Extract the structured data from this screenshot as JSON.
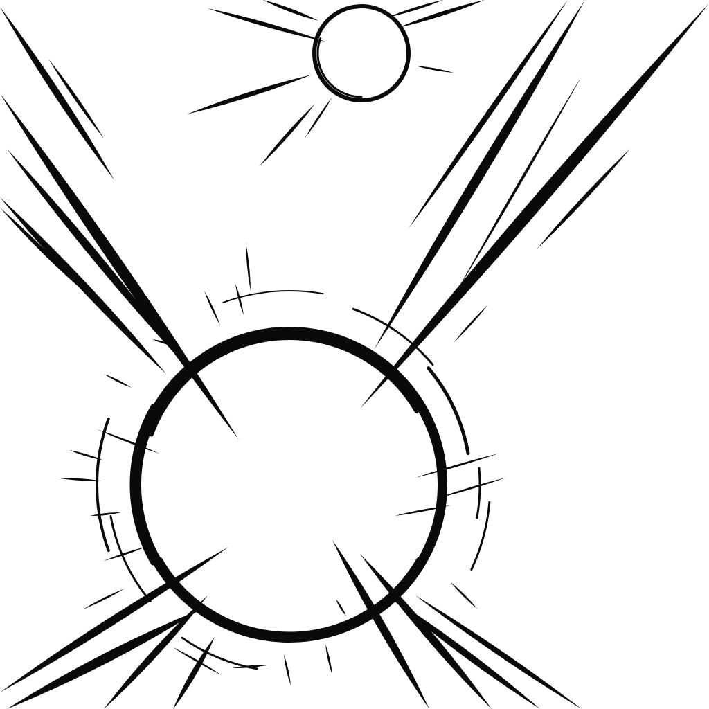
{
  "artwork": {
    "style": "ink brush sketch",
    "colors": {
      "ink": "#0a0a0a",
      "paper": "#ffffff"
    },
    "elements": [
      "large-ring",
      "small-ring",
      "diagonal-streaks",
      "radial-dashes"
    ]
  }
}
